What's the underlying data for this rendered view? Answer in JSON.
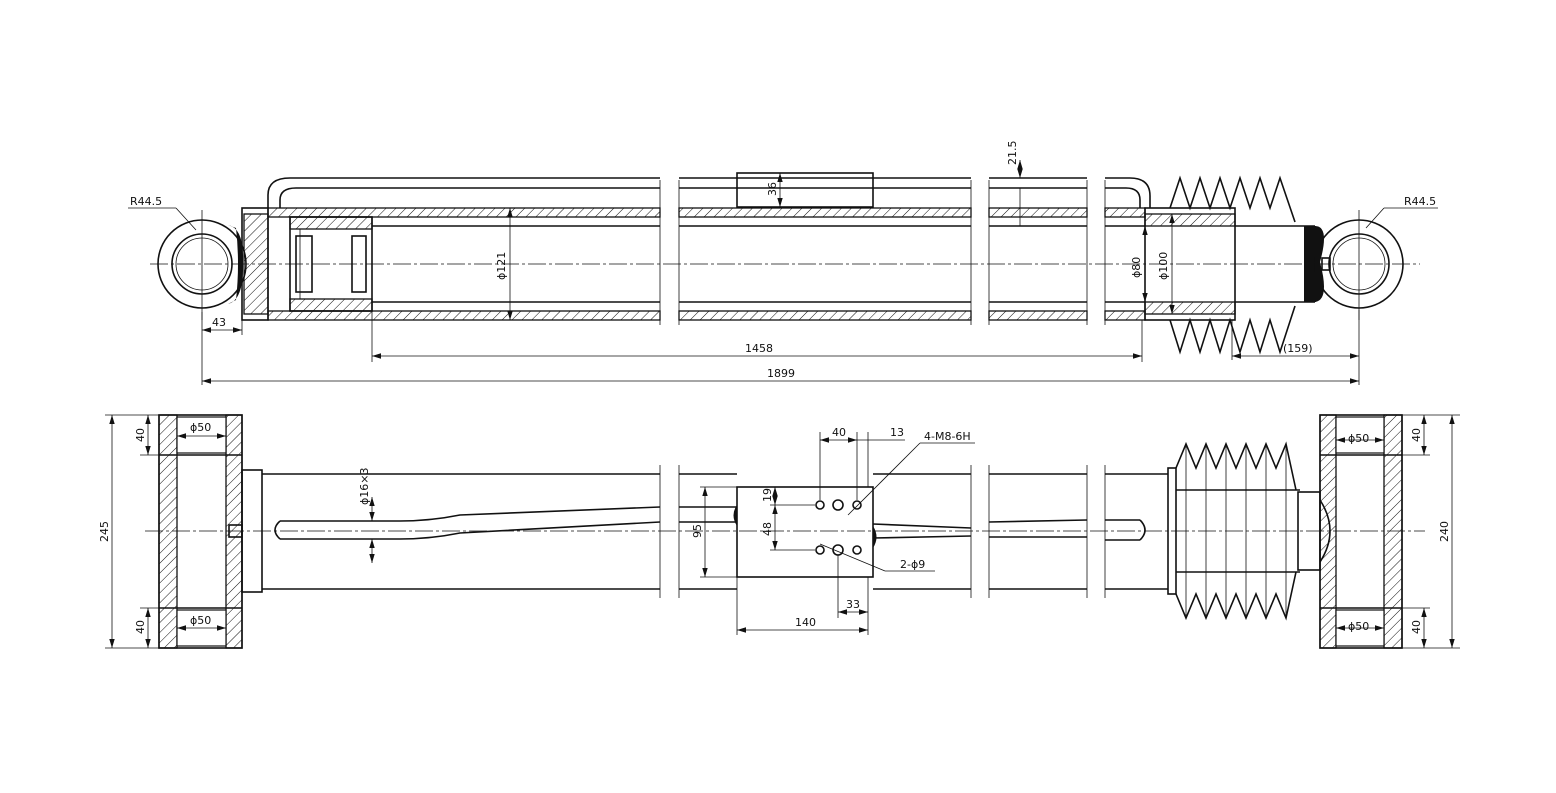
{
  "dimensions": {
    "radius_left": "R44.5",
    "radius_right": "R44.5",
    "eye_offset": "43",
    "pipe_clearance": "21.5",
    "block_height_top": "36",
    "bore_diameter": "ϕ121",
    "rod_diameter": "ϕ80",
    "outer_diameter": "ϕ100",
    "stroke": "1458",
    "overall_length": "1899",
    "boot_length": "(159)",
    "pin_diameter": "ϕ50",
    "lug_width": "40",
    "left_total_width": "245",
    "right_total_width": "240",
    "pipe_size": "ϕ16×3",
    "block_dim_40": "40",
    "block_dim_13": "13",
    "thread_callout": "4-M8-6H",
    "block_dim_19": "19",
    "block_dim_48": "48",
    "block_dim_95": "95",
    "hole_callout": "2-ϕ9",
    "block_dim_33": "33",
    "block_dim_140": "140"
  }
}
